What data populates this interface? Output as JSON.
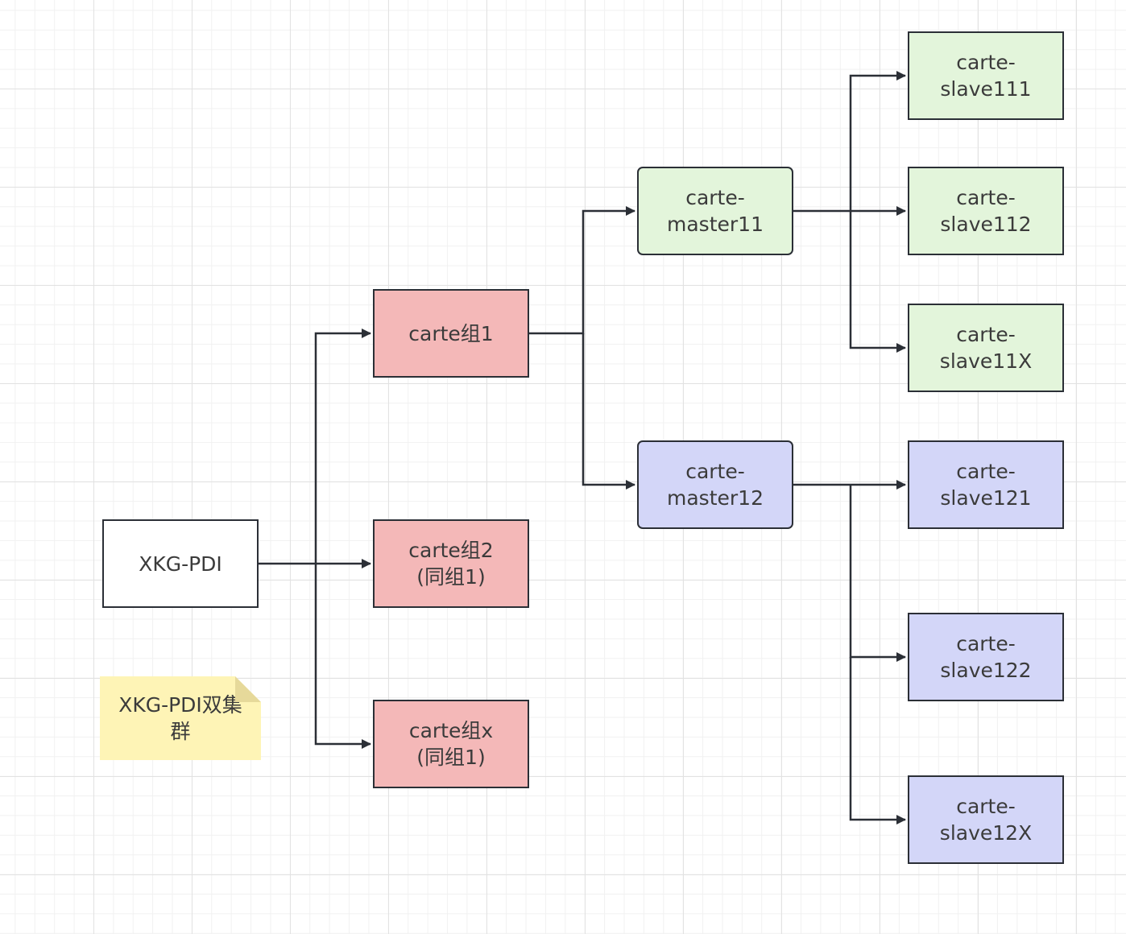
{
  "diagram": {
    "root": "XKG-PDI",
    "groups": [
      "carte组1",
      "carte组2\n(同组1)",
      "carte组x\n(同组1)"
    ],
    "masters": [
      "carte-\nmaster11",
      "carte-\nmaster12"
    ],
    "slaves_master11": [
      "carte-\nslave111",
      "carte-\nslave112",
      "carte-\nslave11X"
    ],
    "slaves_master12": [
      "carte-\nslave121",
      "carte-\nslave122",
      "carte-\nslave12X"
    ],
    "note": "XKG-PDI双集\n群"
  },
  "colors": {
    "line": "#2b2f36",
    "root_fill": "#ffffff",
    "group_fill": "#f4b8b8",
    "master11_fill": "#e3f5db",
    "master12_fill": "#d3d6f8",
    "note_fill": "#fef4b6"
  }
}
